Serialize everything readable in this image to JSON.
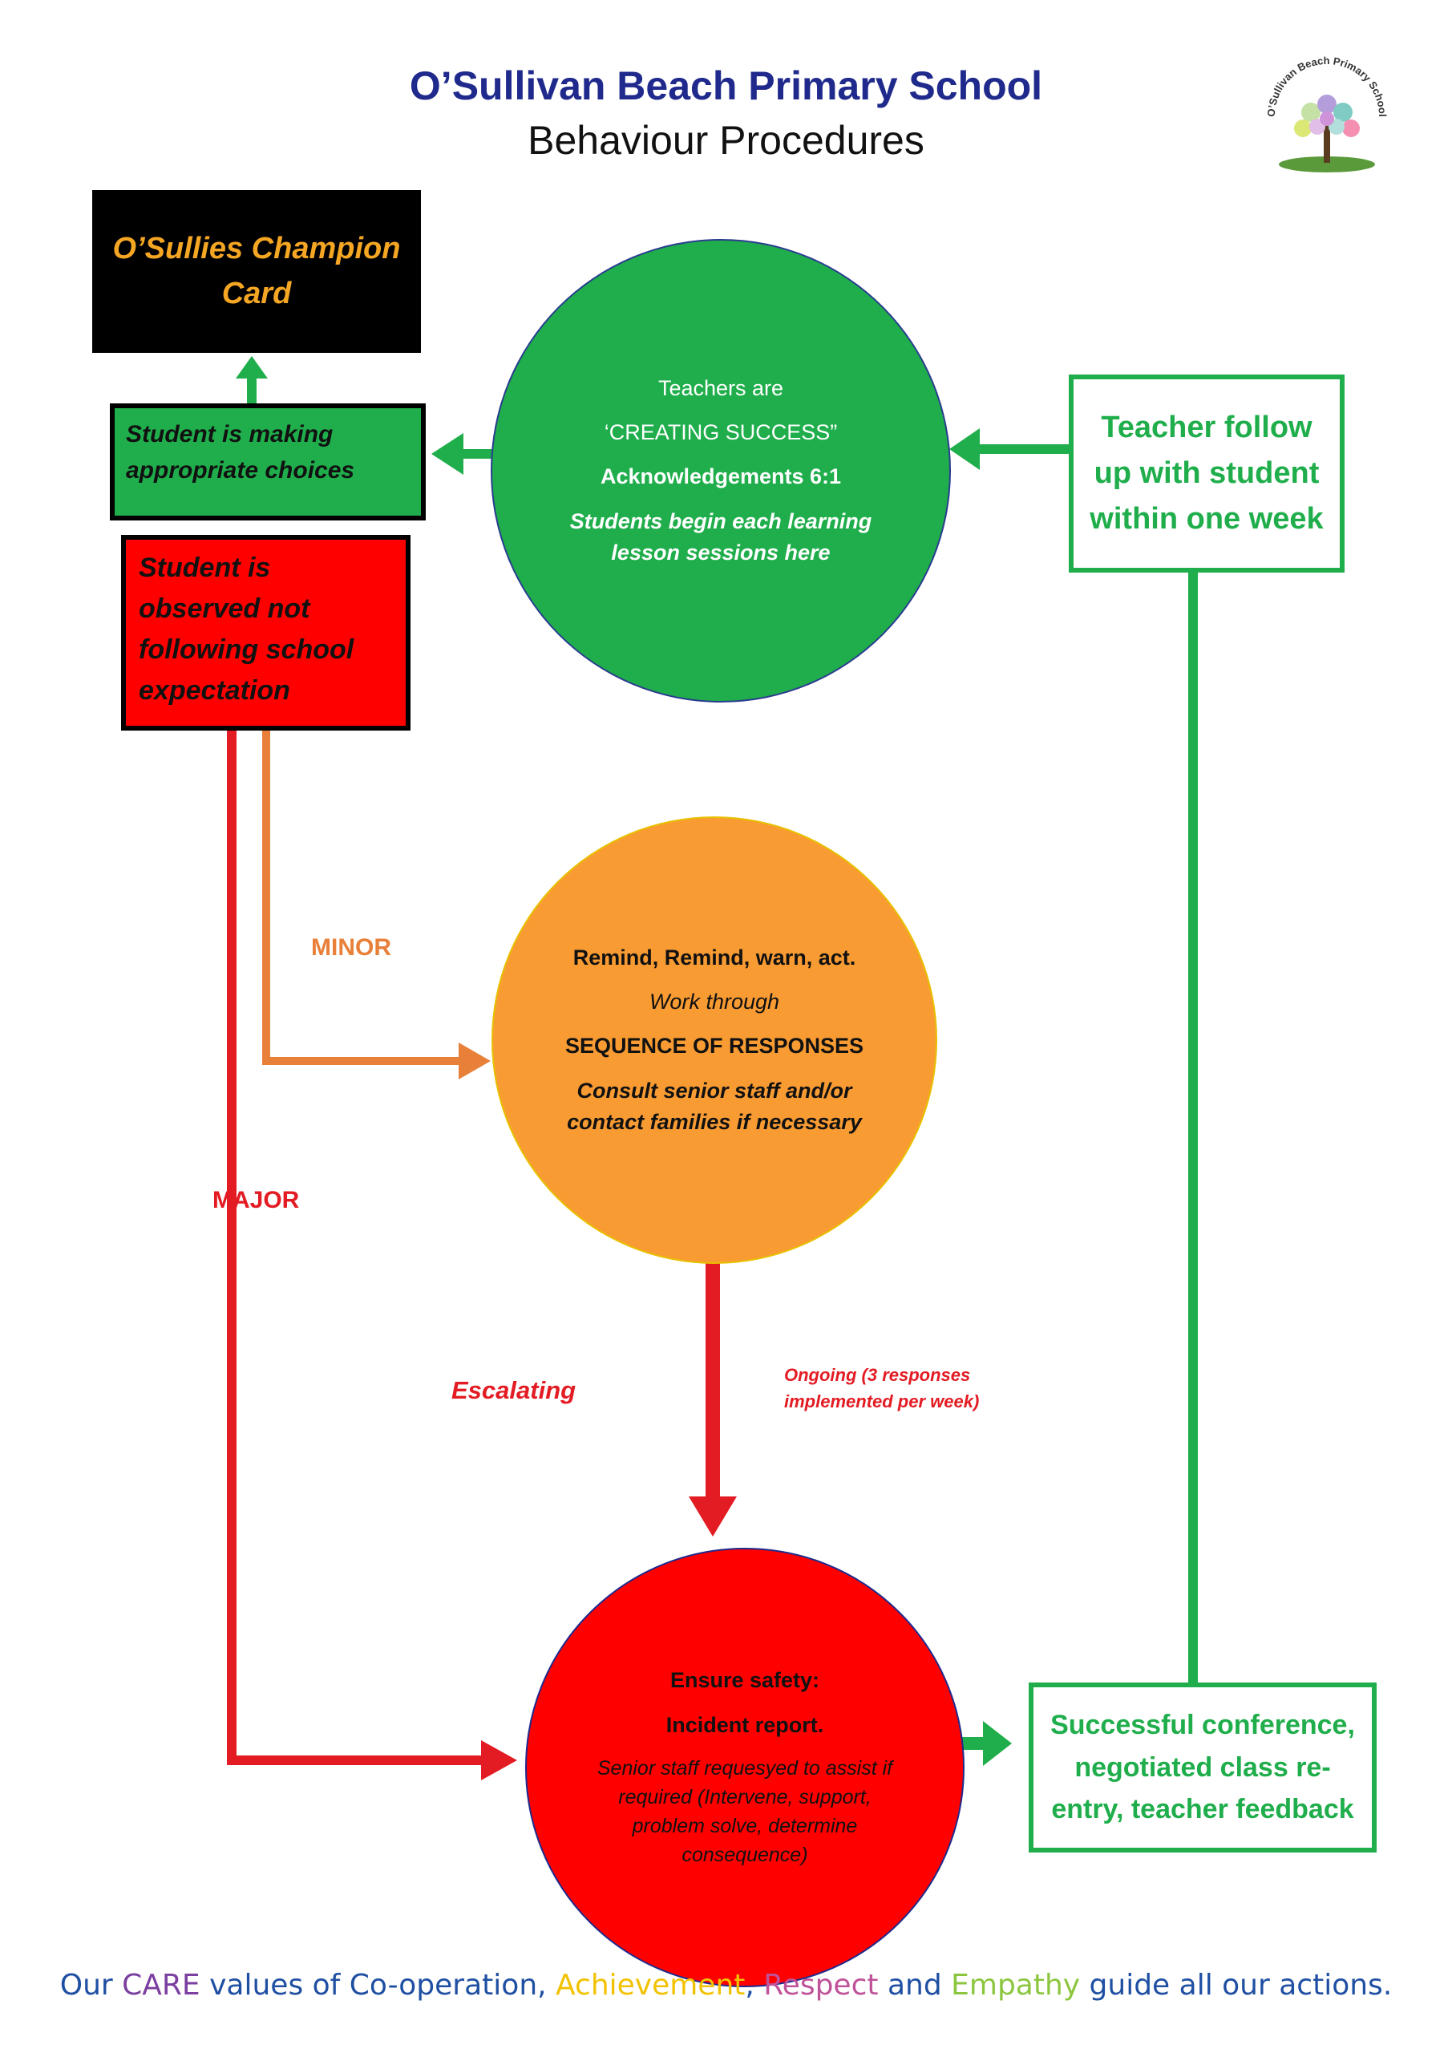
{
  "header": {
    "title": "O’Sullivan Beach Primary School",
    "subtitle": "Behaviour Procedures",
    "logo_text": "O’Sullivan Beach Primary School"
  },
  "boxes": {
    "champion": "O’Sullies Champion Card",
    "making_choices": "Student is making appropriate choices",
    "not_following": "Student is observed not following school expectation",
    "teacher_followup": "Teacher follow up with student within one week",
    "conference": "Successful conference, negotiated class re-entry, teacher feedback"
  },
  "green_circle": {
    "line1": "Teachers are",
    "line2": "‘CREATING SUCCESS”",
    "line3": "Acknowledgements 6:1",
    "line4": "Students begin each learning lesson sessions here"
  },
  "orange_circle": {
    "line1": "Remind, Remind, warn, act.",
    "line2": "Work through",
    "line3": "SEQUENCE OF RESPONSES",
    "line4": "Consult senior staff and/or contact families if necessary"
  },
  "red_circle": {
    "line1": "Ensure safety:",
    "line2": "Incident report.",
    "line3": "Senior staff requesyed to assist if required (Intervene, support, problem solve, determine consequence)"
  },
  "labels": {
    "minor": "MINOR",
    "major": "MAJOR",
    "escalating": "Escalating",
    "ongoing": "Ongoing (3 responses implemented per week)"
  },
  "footer": {
    "p1": "Our ",
    "care": "CARE",
    "p2": " values of ",
    "cooperation": "Co-operation",
    "p3": ", ",
    "achievement": "Achievement",
    "p4": ", ",
    "respect": "Respect",
    "p5": " and ",
    "empathy": "Empathy",
    "p6": " guide all our actions."
  },
  "colors": {
    "title": "#1f2a8c",
    "green": "#1fae4b",
    "orange": "#f99b33",
    "red": "#ff0000",
    "minor_arrow": "#e8803a",
    "care": "#7a3fa0",
    "achievement": "#f2c200",
    "respect": "#c0529a",
    "empathy": "#8cc63f",
    "footer_text": "#1f4fa3"
  }
}
